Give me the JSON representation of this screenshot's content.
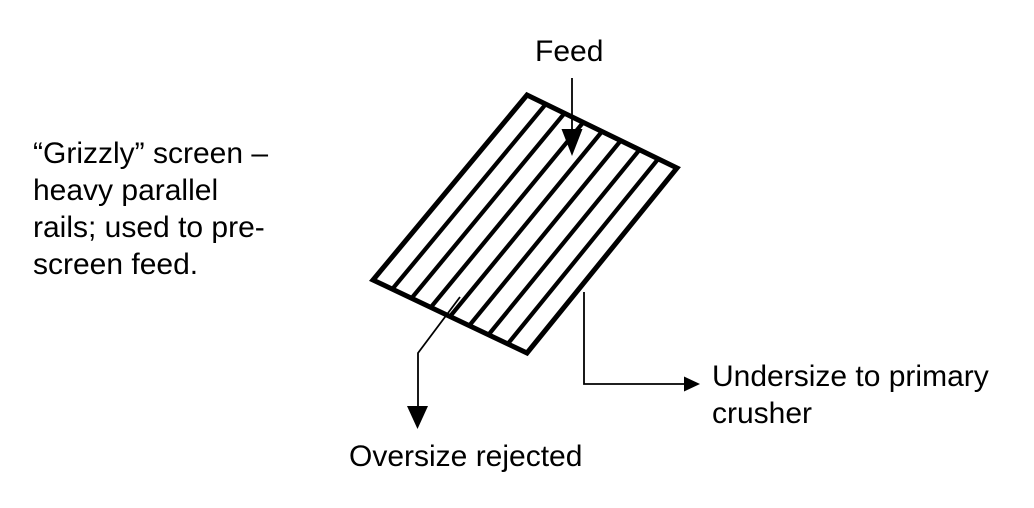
{
  "note": {
    "text": "“Grizzly” screen –\nheavy parallel\nrails; used to pre-\nscreen feed."
  },
  "labels": {
    "feed": "Feed",
    "oversize": "Oversize rejected",
    "undersize": "Undersize to primary\ncrusher"
  },
  "diagram": {
    "title": "Grizzly screen pre-screening diagram",
    "screen_rail_count": 7,
    "colors": {
      "ink": "#000000",
      "background": "#ffffff"
    }
  }
}
